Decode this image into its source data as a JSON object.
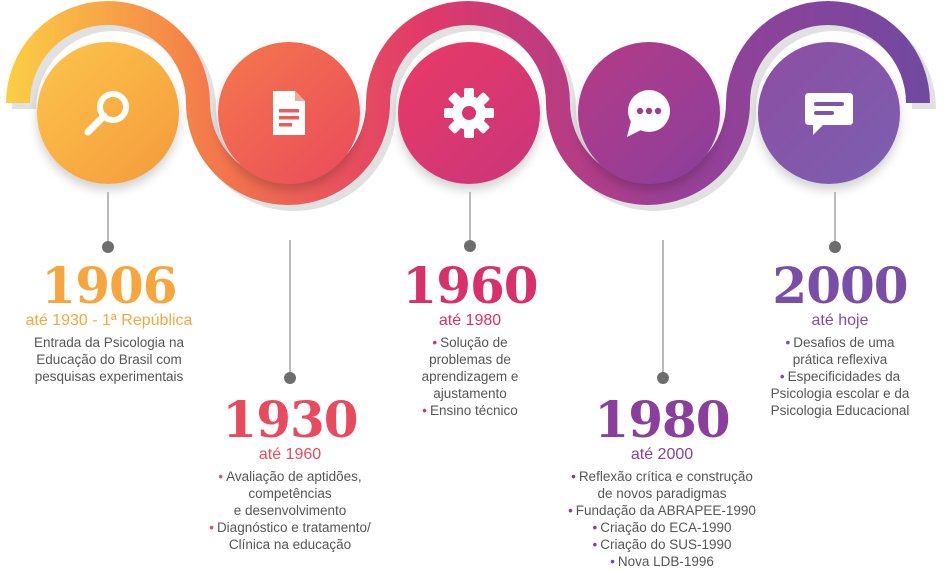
{
  "colors": {
    "c1906": "#f7a63e",
    "c1930": "#e84a5f",
    "c1960": "#d8316a",
    "c1980": "#8a3f9c",
    "c2000": "#7a4ea6",
    "text": "#555555"
  },
  "stages": [
    {
      "year": "1906",
      "subtitle": "até 1930 - 1ª República",
      "icon": "magnifier-icon",
      "text": "Entrada da Psicologia na\nEducação do Brasil com\npesquisas experimentais"
    },
    {
      "year": "1930",
      "subtitle": "até 1960",
      "icon": "document-icon",
      "items": [
        "Avaliação de aptidões,\ncompetências\ne desenvolvimento",
        "Diagnóstico e tratamento/\nClínica na educação"
      ]
    },
    {
      "year": "1960",
      "subtitle": "até 1980",
      "icon": "gear-icon",
      "items": [
        "Solução de\nproblemas de\naprendizagem e\najustamento",
        "Ensino técnico"
      ]
    },
    {
      "year": "1980",
      "subtitle": "até 2000",
      "icon": "chat-bubble-icon",
      "items": [
        "Reflexão crítica e construção\nde novos paradigmas",
        "Fundação da ABRAPEE-1990",
        "Criação do ECA-1990",
        "Criação do SUS-1990",
        "Nova LDB-1996"
      ]
    },
    {
      "year": "2000",
      "subtitle": "até hoje",
      "icon": "message-icon",
      "items": [
        "Desafios de uma\nprática reflexiva",
        "Especificidades da\nPsicologia escolar e da\nPsicologia Educacional"
      ]
    }
  ]
}
